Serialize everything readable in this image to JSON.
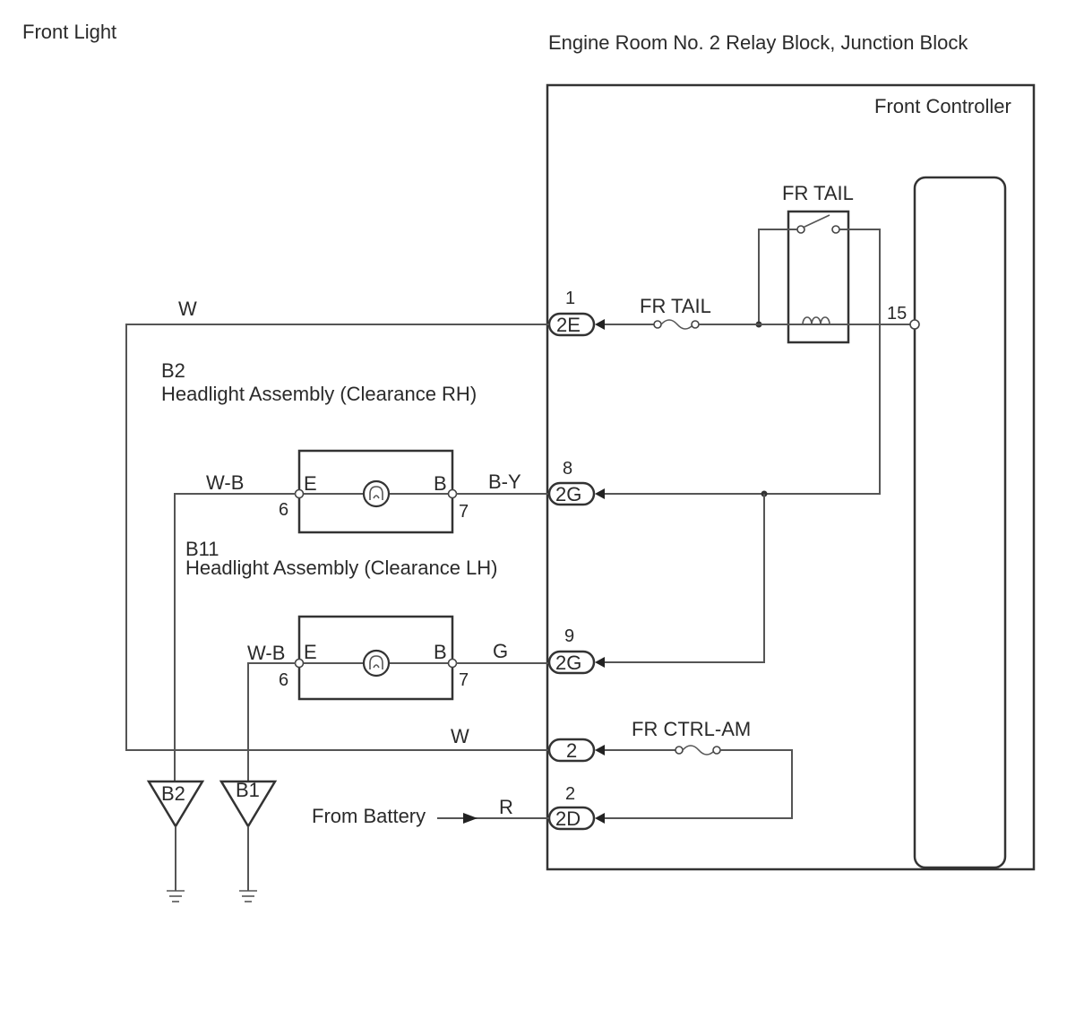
{
  "title": "Front Light",
  "block_title": "Engine Room No. 2 Relay Block, Junction Block",
  "controller_label": "Front Controller",
  "relay_label": "FR TAIL",
  "fuse_tail_label": "FR TAIL",
  "fuse_ctrl_label": "FR CTRL-AM",
  "controller_pin": "15",
  "connectors": [
    {
      "id": "2E",
      "pin": "1"
    },
    {
      "id": "2G",
      "pin": "8"
    },
    {
      "id": "2G",
      "pin": "9"
    },
    {
      "id": "2",
      "pin": ""
    },
    {
      "id": "2D",
      "pin": "2"
    }
  ],
  "headlights": [
    {
      "code": "B2",
      "name": "Headlight Assembly (Clearance RH)",
      "pin_e": "6",
      "pin_b": "7",
      "term_e": "E",
      "term_b": "B",
      "wire_ground": "W-B",
      "wire_feed": "B-Y"
    },
    {
      "code": "B11",
      "name": "Headlight Assembly (Clearance LH)",
      "pin_e": "6",
      "pin_b": "7",
      "term_e": "E",
      "term_b": "B",
      "wire_ground": "W-B",
      "wire_feed": "G"
    }
  ],
  "wires": {
    "top": "W",
    "mid": "W",
    "battery": "R"
  },
  "grounds": [
    "B2",
    "B1"
  ],
  "battery_label": "From Battery"
}
